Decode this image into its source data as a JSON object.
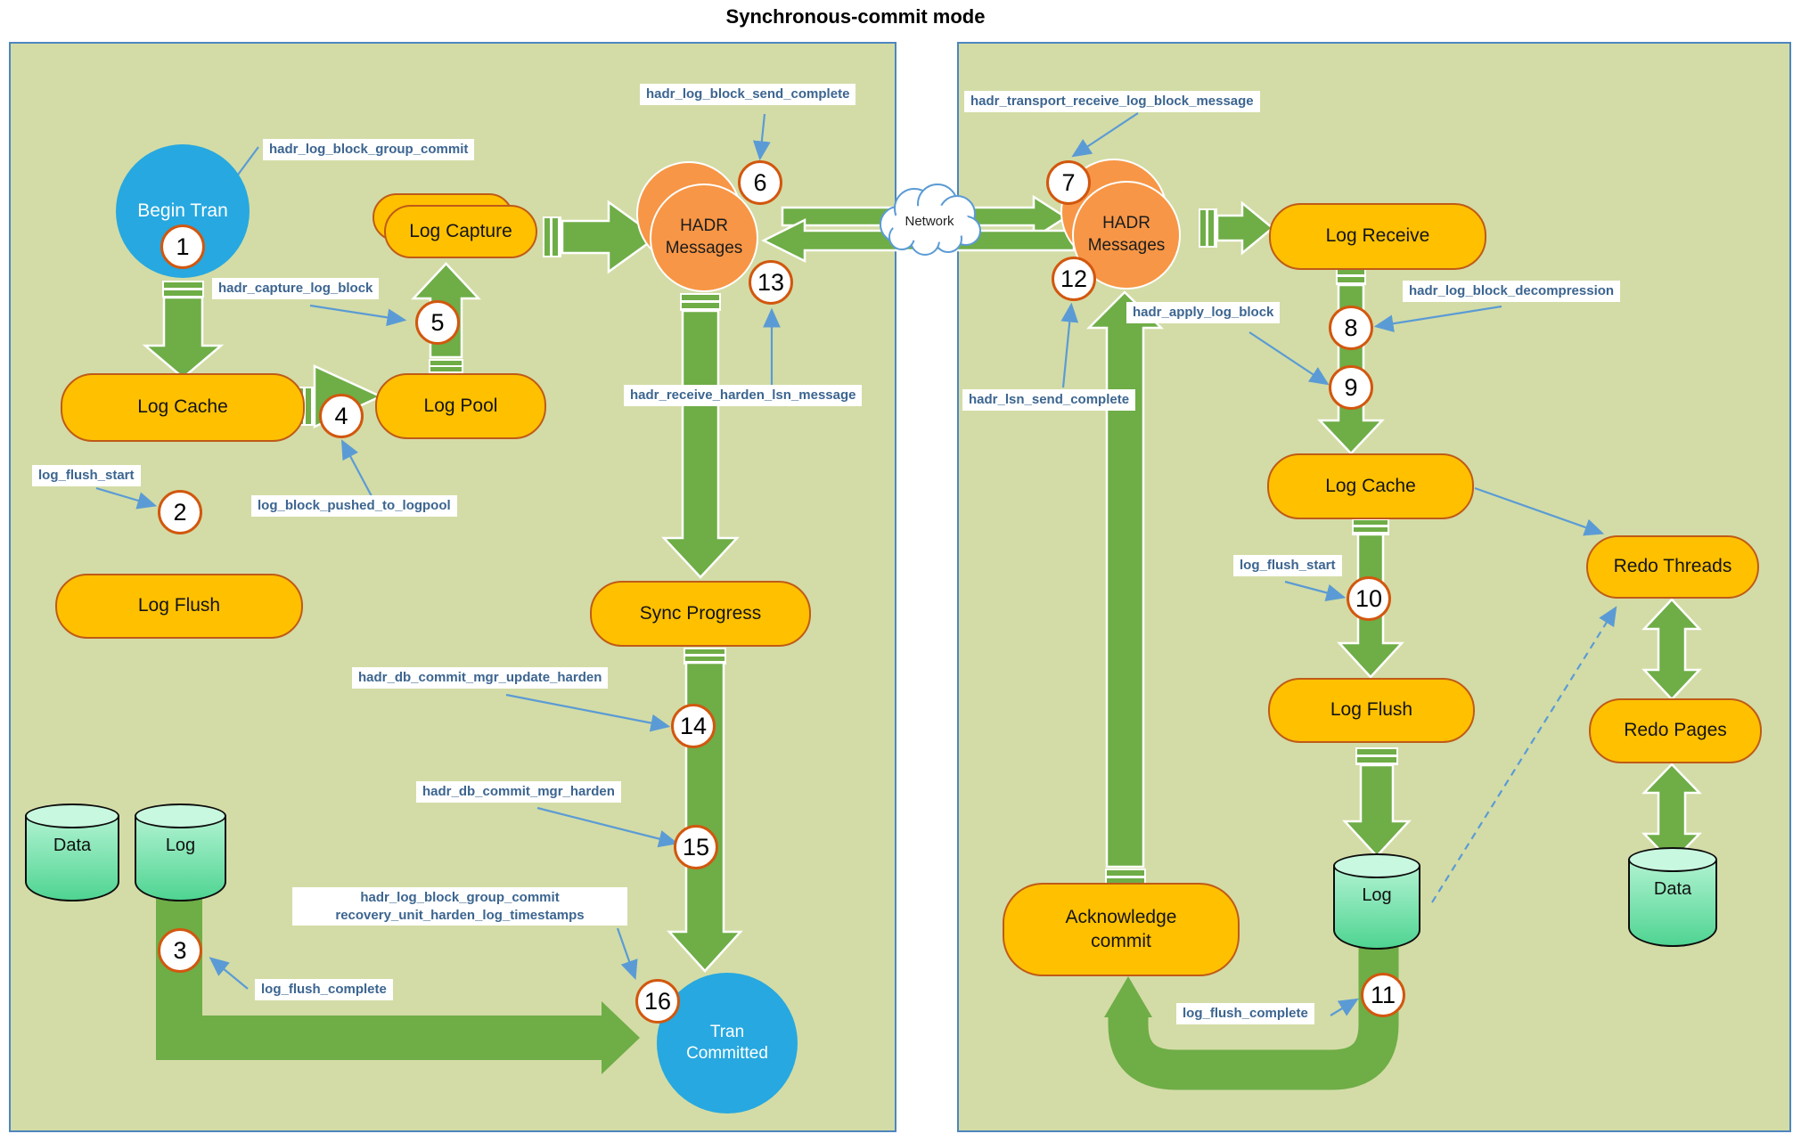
{
  "title": "Synchronous-commit mode",
  "network": {
    "label": "Network"
  },
  "colors": {
    "panel_fill": "#d3dca6",
    "panel_border": "#4e86c0",
    "arrow_green": "#6fad47",
    "box_fill": "#ffc000",
    "box_border": "#bf5b17",
    "hadr_fill": "#f79646",
    "blue_circle": "#27a8e0",
    "badge_border": "#d2570e",
    "tag_text": "#3c6590",
    "cylinder_fill": "#7fe8b4",
    "pointer_blue": "#5b9bd5"
  },
  "nodes": {
    "begin_tran": "Begin Tran",
    "log_capture": "Log Capture",
    "log_cache_primary": "Log Cache",
    "log_pool": "Log Pool",
    "log_flush_primary": "Log Flush",
    "data_primary": "Data",
    "log_primary": "Log",
    "hadr_messages_primary": "HADR Messages",
    "sync_progress": "Sync Progress",
    "tran_committed": "Tran Committed",
    "hadr_messages_secondary": "HADR Messages",
    "log_receive": "Log Receive",
    "log_cache_secondary": "Log Cache",
    "log_flush_secondary": "Log Flush",
    "redo_threads": "Redo Threads",
    "redo_pages": "Redo Pages",
    "acknowledge_commit": "Acknowledge commit",
    "log_secondary": "Log",
    "data_secondary": "Data"
  },
  "badges": {
    "b1": "1",
    "b2": "2",
    "b3": "3",
    "b4": "4",
    "b5": "5",
    "b6": "6",
    "b7": "7",
    "b8": "8",
    "b9": "9",
    "b10": "10",
    "b11": "11",
    "b12": "12",
    "b13": "13",
    "b14": "14",
    "b15": "15",
    "b16": "16"
  },
  "labels": {
    "hadr_log_block_group_commit": "hadr_log_block_group_commit",
    "hadr_capture_log_block": "hadr_capture_log_block",
    "log_flush_start_primary": "log_flush_start",
    "log_block_pushed_to_logpool": "log_block_pushed_to_logpool",
    "log_flush_complete_primary": "log_flush_complete",
    "hadr_log_block_send_complete": "hadr_log_block_send_complete",
    "hadr_receive_harden_lsn_message": "hadr_receive_harden_lsn_message",
    "hadr_db_commit_mgr_update_harden": "hadr_db_commit_mgr_update_harden",
    "hadr_db_commit_mgr_harden": "hadr_db_commit_mgr_harden",
    "group_commit_line1": "hadr_log_block_group_commit",
    "group_commit_line2": "recovery_unit_harden_log_timestamps",
    "hadr_transport_receive_log_block_message": "hadr_transport_receive_log_block_message",
    "hadr_lsn_send_complete": "hadr_lsn_send_complete",
    "hadr_log_block_decompression": "hadr_log_block_decompression",
    "hadr_apply_log_block": "hadr_apply_log_block",
    "log_flush_start_secondary": "log_flush_start",
    "log_flush_complete_secondary": "log_flush_complete"
  }
}
